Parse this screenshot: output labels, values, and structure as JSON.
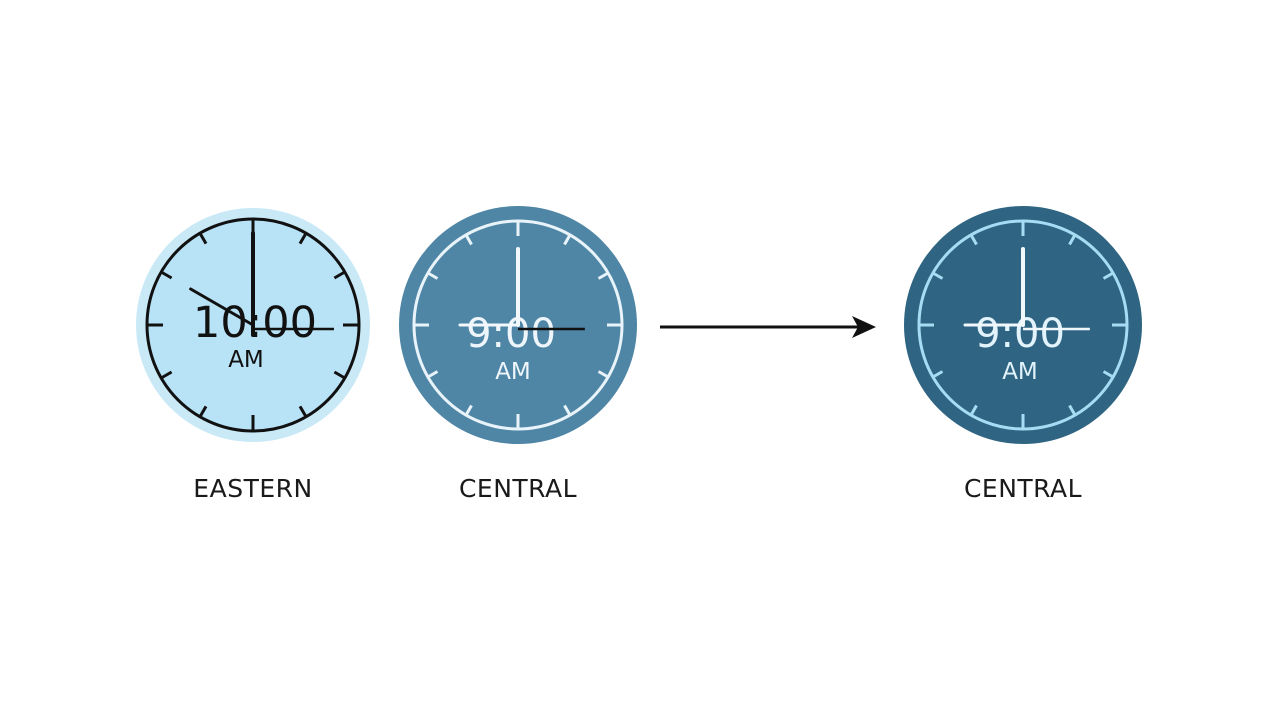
{
  "clocks": [
    {
      "id": "eastern",
      "zone": "EASTERN",
      "time": "10:00",
      "meridiem": "AM",
      "hour": 10,
      "minute": 0,
      "colors": {
        "outer": "#c9e9f7",
        "face": "#b8e2f6",
        "ring": "#111111",
        "ticks": "#111111",
        "text": "#111111",
        "hands": "#111111"
      }
    },
    {
      "id": "central-before",
      "zone": "CENTRAL",
      "time": "9:00",
      "meridiem": "AM",
      "hour": 9,
      "minute": 0,
      "colors": {
        "outer": "#4f86a6",
        "face": "#4f86a6",
        "ring": "#e9f4fa",
        "ticks": "#e9f4fa",
        "text": "#eef6fb",
        "hands": "#f2f8fc"
      }
    },
    {
      "id": "central-after",
      "zone": "CENTRAL",
      "time": "9:00",
      "meridiem": "AM",
      "hour": 9,
      "minute": 0,
      "colors": {
        "outer": "#2f6582",
        "face": "#2f6582",
        "ring": "#a8dcf4",
        "ticks": "#a8dcf4",
        "text": "#e2f3fb",
        "hands": "#f0f8fc"
      }
    }
  ],
  "arrow": {
    "color": "#111111"
  }
}
